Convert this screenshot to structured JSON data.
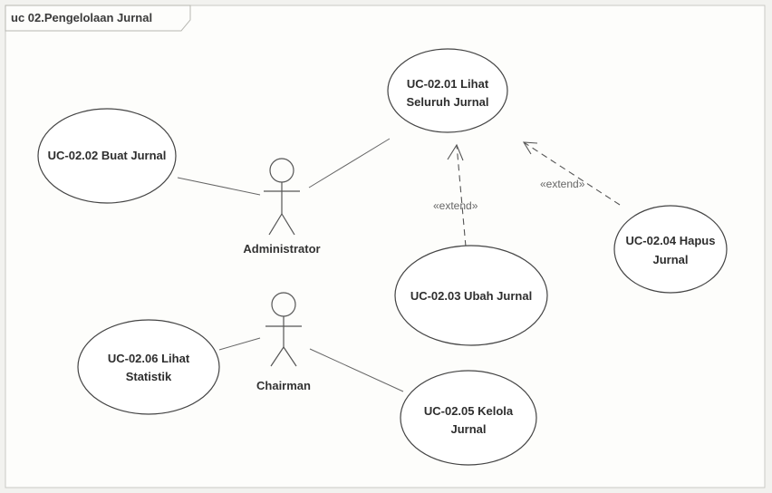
{
  "diagram": {
    "title": "uc 02.Pengelolaan Jurnal",
    "actors": [
      {
        "id": "admin",
        "label": "Administrator"
      },
      {
        "id": "chair",
        "label": "Chairman"
      }
    ],
    "use_cases": [
      {
        "id": "uc0201",
        "lines": [
          "UC-02.01 Lihat",
          "Seluruh Jurnal"
        ]
      },
      {
        "id": "uc0202",
        "lines": [
          "UC-02.02 Buat Jurnal"
        ]
      },
      {
        "id": "uc0203",
        "lines": [
          "UC-02.03 Ubah Jurnal"
        ]
      },
      {
        "id": "uc0204",
        "lines": [
          "UC-02.04 Hapus",
          "Jurnal"
        ]
      },
      {
        "id": "uc0205",
        "lines": [
          "UC-02.05 Kelola",
          "Jurnal"
        ]
      },
      {
        "id": "uc0206",
        "lines": [
          "UC-02.06 Lihat",
          "Statistik"
        ]
      }
    ],
    "relations": [
      {
        "type": "association",
        "from": "admin",
        "to": "uc0202"
      },
      {
        "type": "association",
        "from": "admin",
        "to": "uc0201"
      },
      {
        "type": "association",
        "from": "chair",
        "to": "uc0206"
      },
      {
        "type": "association",
        "from": "chair",
        "to": "uc0205"
      },
      {
        "type": "extend",
        "from": "uc0203",
        "to": "uc0201",
        "label": "«extend»"
      },
      {
        "type": "extend",
        "from": "uc0204",
        "to": "uc0201",
        "label": "«extend»"
      }
    ]
  }
}
